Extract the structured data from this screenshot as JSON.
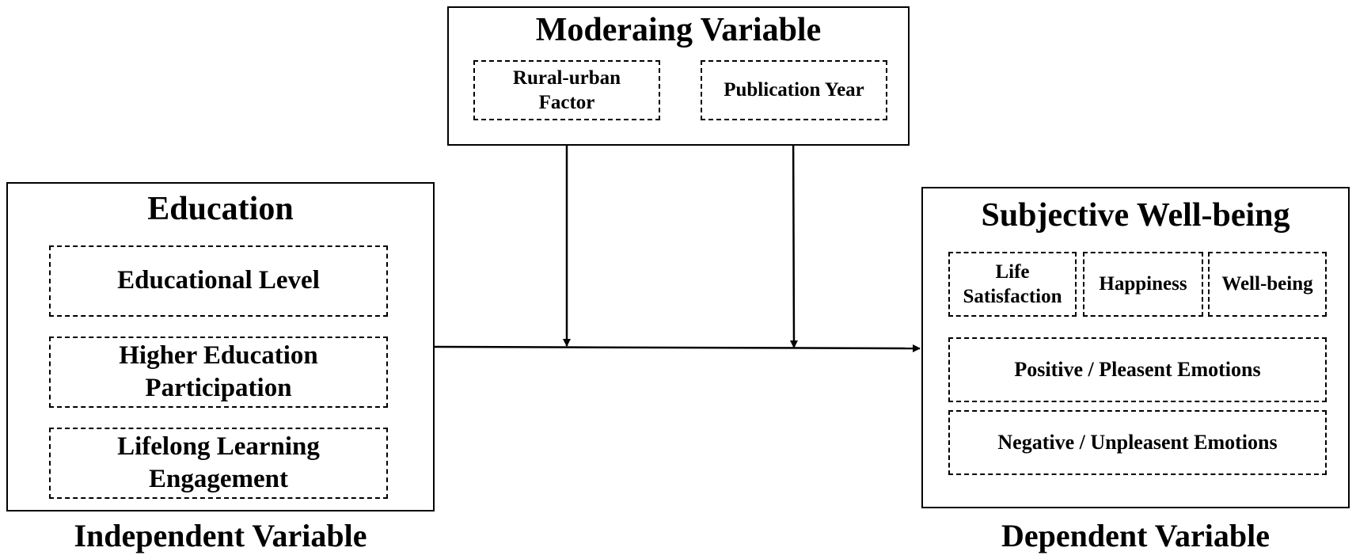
{
  "moderating": {
    "title": "Moderaing Variable",
    "items": [
      "Rural-urban Factor",
      "Publication Year"
    ]
  },
  "independent": {
    "title": "Education",
    "items": [
      "Educational Level",
      "Higher Education Participation",
      "Lifelong Learning Engagement"
    ],
    "caption": "Independent Variable"
  },
  "dependent": {
    "title": "Subjective Well-being",
    "top_items": [
      "Life Satisfaction",
      "Happiness",
      "Well-being"
    ],
    "items": [
      "Positive / Pleasent Emotions",
      "Negative / Unpleasent Emotions"
    ],
    "caption": "Dependent Variable"
  }
}
